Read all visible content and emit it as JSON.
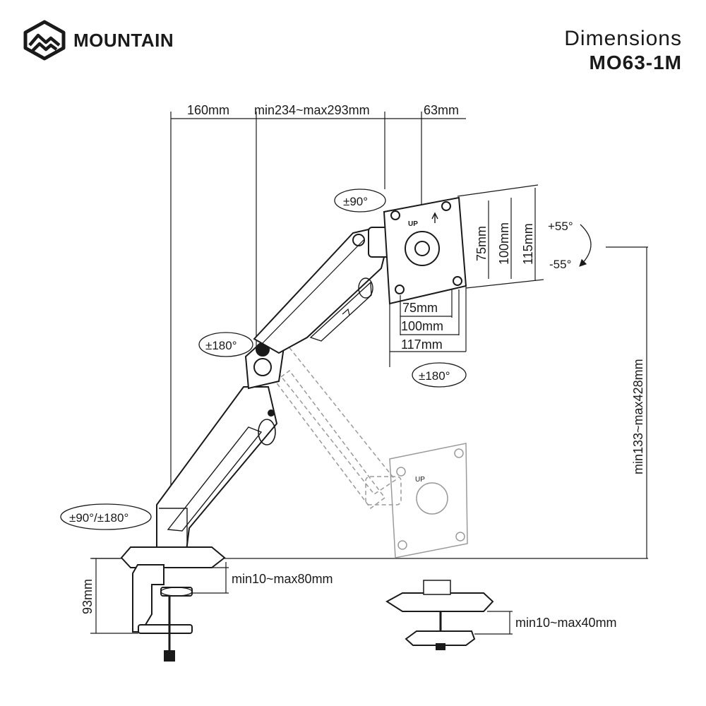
{
  "brand": {
    "name": "MOUNTAIN",
    "logo_icon": "mountain-logo-icon"
  },
  "header": {
    "title": "Dimensions",
    "model": "MO63-1M"
  },
  "dimensions": {
    "arm_base_offset": "160mm",
    "arm_reach": "min234~max293mm",
    "tilt_offset": "63mm",
    "vesa_h_75": "75mm",
    "vesa_h_100": "100mm",
    "vesa_h_117": "117mm",
    "vesa_v_75": "75mm",
    "vesa_v_100": "100mm",
    "vesa_v_115": "115mm",
    "height_range": "min133~max428mm",
    "clamp_height": "93mm",
    "clamp_desk_thickness": "min10~max80mm",
    "grommet_desk_thickness": "min10~max40mm"
  },
  "angles": {
    "swivel_head": "±90°",
    "elbow": "±180°",
    "rotation": "±180°",
    "base": "±90°/±180°",
    "tilt_up": "+55°",
    "tilt_down": "-55°"
  },
  "markings": {
    "up_label": "UP"
  },
  "colors": {
    "ink": "#1a1a1a",
    "ghost": "#9a9a9a",
    "arm_fill": "#ffffff"
  }
}
